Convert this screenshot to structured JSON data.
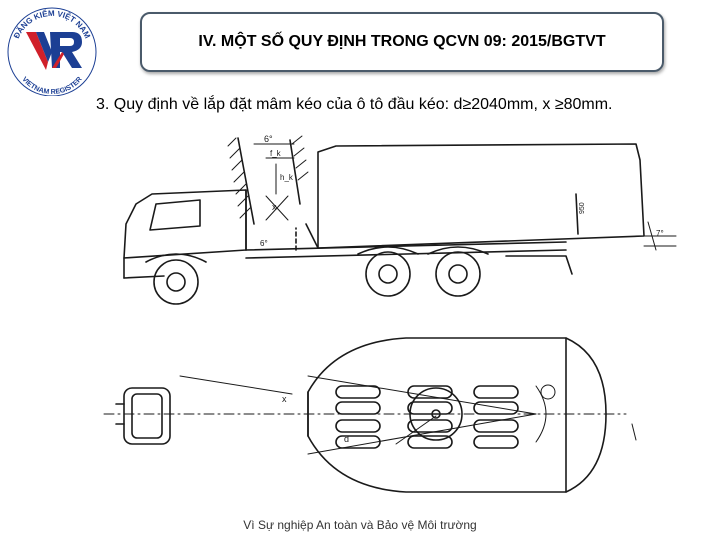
{
  "header": {
    "logo_text_top": "ĐĂNG KIỂM VIỆT NAM",
    "logo_text_bottom": "VIETNAM REGISTER",
    "title": "IV. MỘT SỐ QUY ĐỊNH TRONG QCVN 09: 2015/BGTVT"
  },
  "content": {
    "subtitle": "3. Quy định về lắp đặt mâm kéo của ô tô đầu kéo: d≥2040mm, x ≥80mm."
  },
  "drawing": {
    "labels": {
      "six_plus": "6°",
      "f_k": "f_k",
      "h_k": "h_k",
      "x_side": "x",
      "six_deg": "6°",
      "seven_deg": "7°",
      "x_plan": "x",
      "d_plan": "d"
    }
  },
  "footer": {
    "text": "Vì Sự nghiệp An toàn và Bảo vệ Môi trường"
  },
  "colors": {
    "logo_blue": "#1c3f94",
    "logo_red": "#d0202a",
    "frame_border": "#4a5a6a",
    "line": "#1a1a1a"
  }
}
